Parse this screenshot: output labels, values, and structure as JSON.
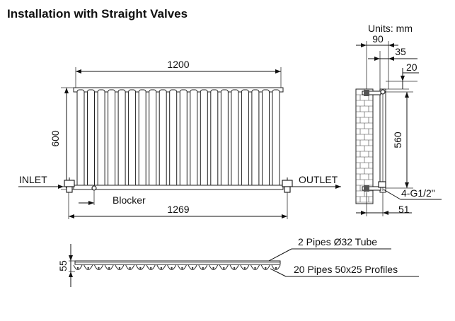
{
  "title": "Installation with Straight Valves",
  "units": "Units: mm",
  "front_view": {
    "width_label": "1200",
    "height_label": "600",
    "overall_label": "1269",
    "inlet_label": "INLET",
    "outlet_label": "OUTLET",
    "blocker_label": "Blocker",
    "column_count": 20
  },
  "side_view": {
    "depth_label": "90",
    "offset_label": "35",
    "top_label": "20",
    "centers_label": "560",
    "connection_label": "4-G1/2\"",
    "bottom_label": "51"
  },
  "top_view": {
    "depth_label": "55",
    "pipes_label": "2 Pipes Ø32  Tube",
    "profiles_label": "20 Pipes 50x25   Profiles"
  },
  "colors": {
    "line": "#111111",
    "background": "#ffffff"
  }
}
